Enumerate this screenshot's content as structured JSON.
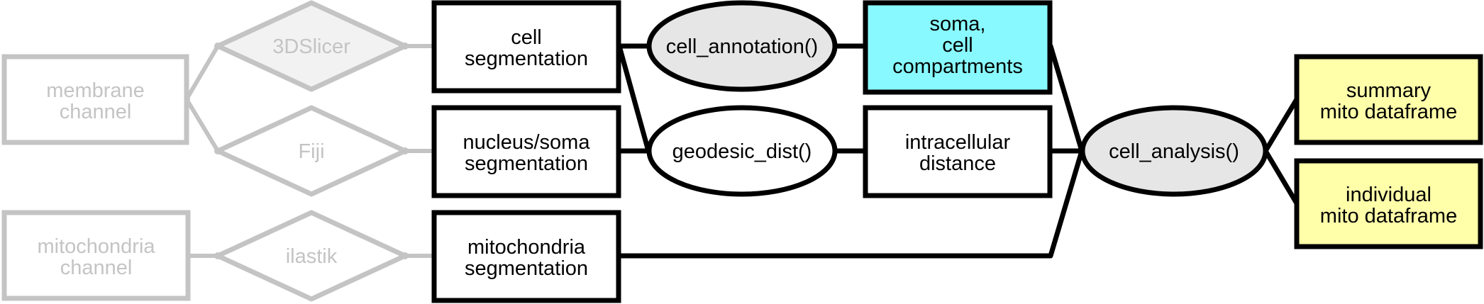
{
  "colors": {
    "gray_stroke": "#c4c4c4",
    "gray_text": "#c4c4c4",
    "diamond_fill": "#f2f2f2",
    "oval_fill": "#e6e6e6",
    "cyan_fill": "#88faff",
    "yellow_fill": "#ffffaa",
    "black": "#000000"
  },
  "inputs": {
    "membrane": [
      "membrane",
      "channel"
    ],
    "mitochondria": [
      "mitochondria",
      "channel"
    ]
  },
  "tools": {
    "slicer": "3DSlicer",
    "fiji": "Fiji",
    "ilastik": "ilastik"
  },
  "segmentations": {
    "cell": [
      "cell",
      "segmentation"
    ],
    "nucleus": [
      "nucleus/soma",
      "segmentation"
    ],
    "mito": [
      "mitochondria",
      "segmentation"
    ]
  },
  "functions": {
    "annotation": "cell_annotation()",
    "geodesic": "geodesic_dist()",
    "analysis": "cell_analysis()"
  },
  "intermediates": {
    "compartments": [
      "soma,",
      "cell",
      "compartments"
    ],
    "distance": [
      "intracellular",
      "distance"
    ]
  },
  "outputs": {
    "summary": [
      "summary",
      "mito dataframe"
    ],
    "individual": [
      "individual",
      "mito dataframe"
    ]
  }
}
